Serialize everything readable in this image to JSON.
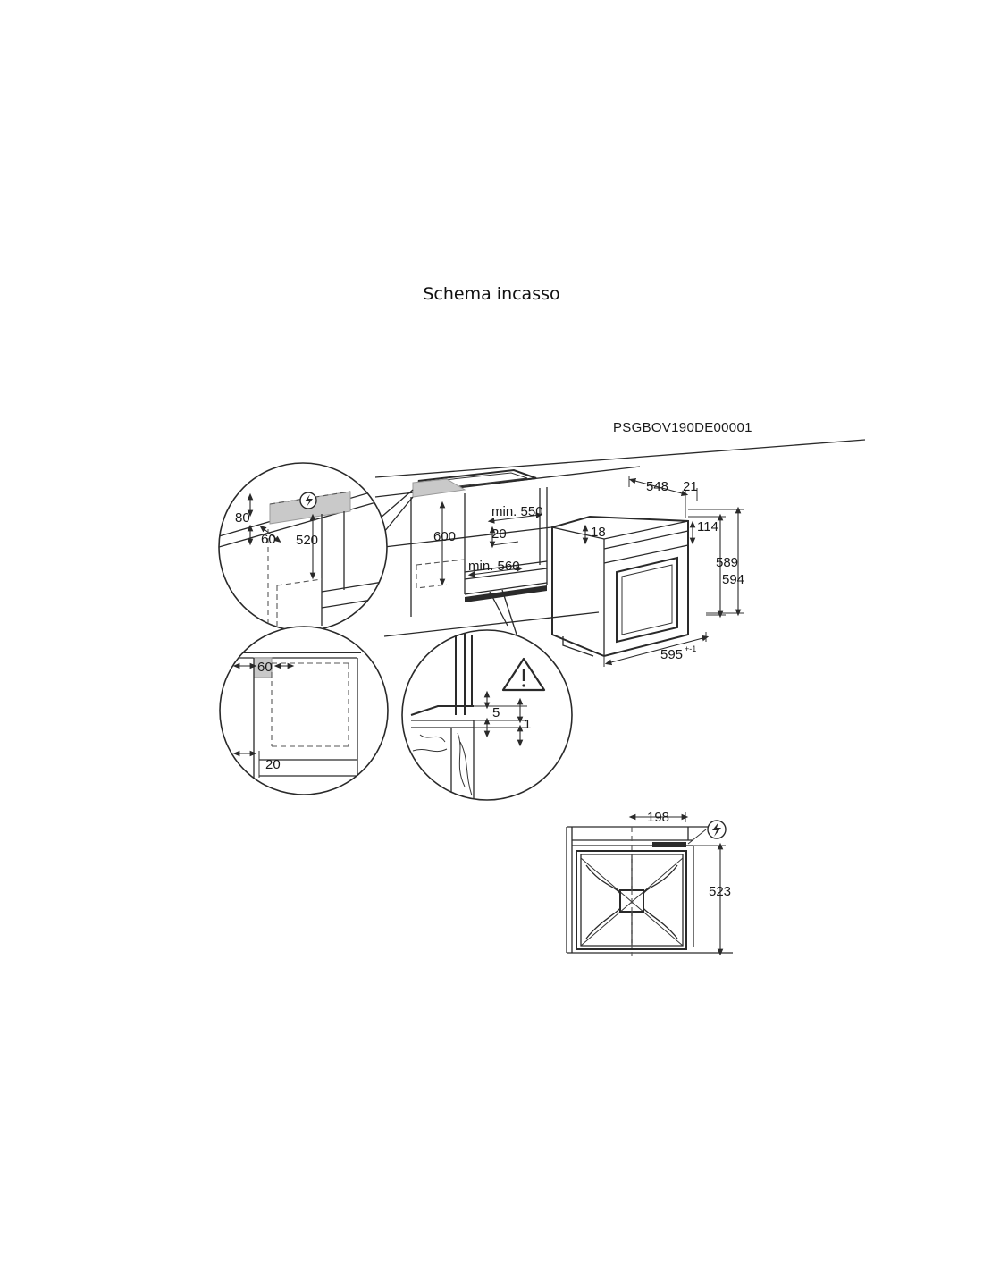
{
  "title": "Schema incasso",
  "diagram_code": "PSGBOV190DE00001",
  "dimensions": {
    "detail_top": {
      "d80": "80",
      "d60": "60",
      "d520": "520"
    },
    "cabinet": {
      "d600": "600",
      "min550": "min. 550",
      "d20": "20",
      "min560": "min. 560"
    },
    "oven": {
      "d548": "548",
      "d21": "21",
      "d114": "114",
      "d18": "18",
      "d589": "589",
      "d594": "594",
      "d595": "595",
      "d595_tol": "+-1"
    },
    "detail_side": {
      "d60": "60",
      "d20": "20"
    },
    "detail_vent": {
      "d5": "5",
      "d1": "1"
    },
    "top_view": {
      "d198": "198",
      "d523": "523"
    }
  },
  "icons": [
    "electric-connection-icon",
    "warning-triangle-icon"
  ]
}
